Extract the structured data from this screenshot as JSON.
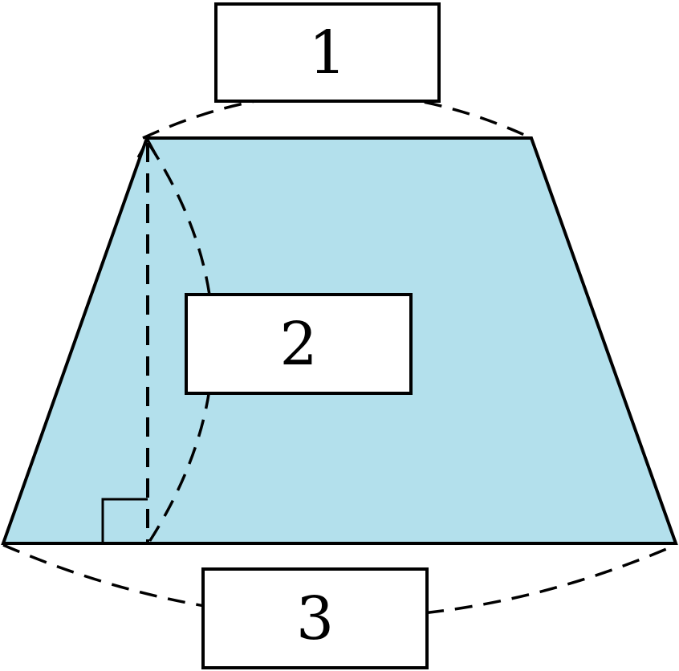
{
  "diagram": {
    "shape": "trapezoid",
    "fill_color": "#b3e0ec",
    "stroke_color": "#000000",
    "labels": {
      "top_base": "1",
      "height": "2",
      "bottom_base": "3"
    },
    "marks": [
      "right-angle",
      "dashed-height",
      "dashed-braces"
    ]
  }
}
